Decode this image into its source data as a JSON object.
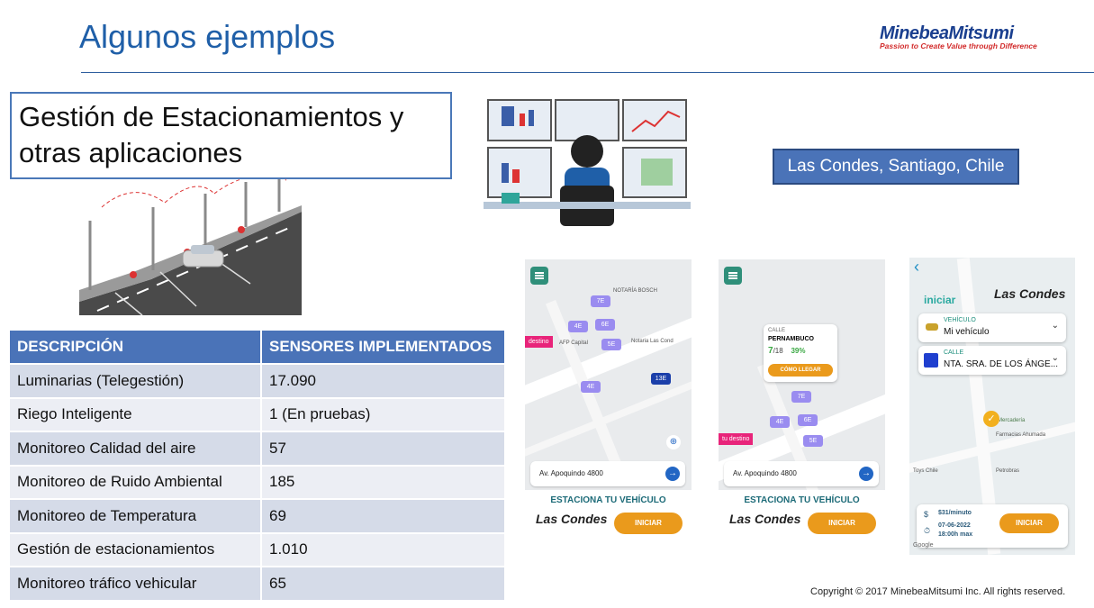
{
  "header": {
    "title": "Algunos ejemplos",
    "brand": "MinebeaMitsumi",
    "tagline": "Passion to Create Value through Difference"
  },
  "callout": {
    "text": "Gestión de Estacionamientos y otras aplicaciones"
  },
  "location": {
    "label": "Las Condes, Santiago, Chile"
  },
  "table": {
    "headers": [
      "DESCRIPCIÓN",
      "SENSORES IMPLEMENTADOS"
    ],
    "rows": [
      [
        "Luminarias (Telegestión)",
        "17.090"
      ],
      [
        "Riego Inteligente",
        "1 (En pruebas)"
      ],
      [
        "Monitoreo Calidad del aire",
        "57"
      ],
      [
        "Monitoreo de Ruido Ambiental",
        "185"
      ],
      [
        "Monitoreo de Temperatura",
        "69"
      ],
      [
        "Gestión de estacionamientos",
        "1.010"
      ],
      [
        "Monitoreo tráfico vehicular",
        "65"
      ]
    ]
  },
  "phones": {
    "p1": {
      "address": "Av. Apoquindo 4800",
      "cta_title": "ESTACIONA TU VEHÍCULO",
      "button": "INICIAR",
      "logo": "Las Condes",
      "destino": "destino",
      "pins": [
        "7E",
        "4E",
        "6E",
        "5E",
        "4E",
        "13E"
      ],
      "street1": "NOTARÍA BOSCH",
      "street2": "AFP Capital",
      "street3": "Notaria Las Cond"
    },
    "p2": {
      "address": "Av. Apoquindo 4800",
      "cta_title": "ESTACIONA TU VEHÍCULO",
      "button": "INICIAR",
      "logo": "Las Condes",
      "destino": "tu destino",
      "card_label": "CALLE",
      "card_street": "PERNAMBUCO",
      "card_free": "7",
      "card_total": "/18",
      "card_pct": "39%",
      "card_button": "CÓMO LLEGAR",
      "pins": [
        "7E",
        "4E",
        "6E",
        "5E"
      ]
    },
    "p3": {
      "back": "‹",
      "iniciar": "iniciar",
      "logo": "Las Condes",
      "veh_label": "VEHÍCULO",
      "veh_value": "Mi vehículo",
      "street_label": "CALLE",
      "street_value": "NTA. SRA. DE LOS ÁNGE...",
      "price": "$31/minuto",
      "date": "07-06-2022",
      "time": "18:00h max",
      "button": "INICIAR",
      "poi1": "Farmacias Ahumada",
      "poi2": "Petrobras",
      "poi3": "Toys Chile",
      "poi4": "Mercadería",
      "google": "Google"
    }
  },
  "footer": {
    "copyright": "Copyright © 2017 MinebeaMitsumi Inc. All rights reserved."
  },
  "colors": {
    "title": "#1f5fa8",
    "table_header": "#4a73b8",
    "accent_orange": "#ea9a1c",
    "app_teal": "#2f8f7a"
  }
}
